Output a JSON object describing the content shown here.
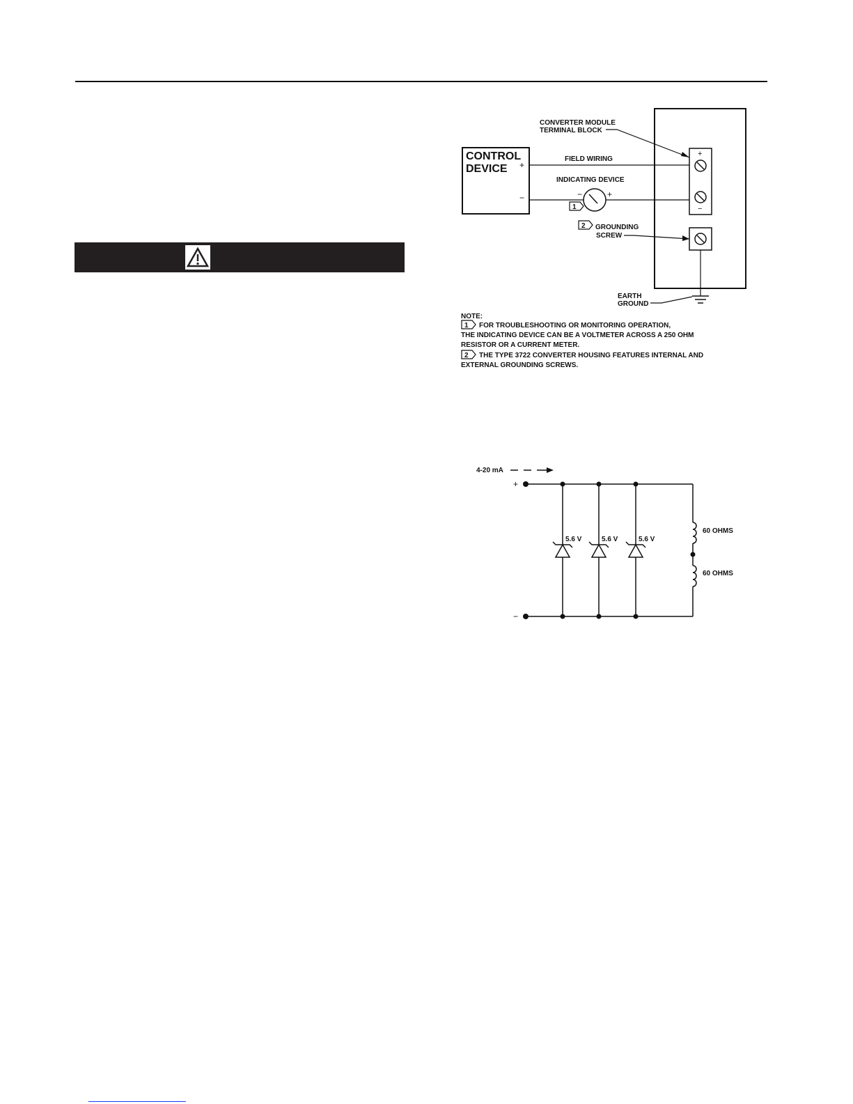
{
  "figure1": {
    "control_device_line1": "CONTROL",
    "control_device_line2": "DEVICE",
    "plus": "+",
    "minus": "−",
    "terminal_label_line1": "CONVERTER MODULE",
    "terminal_label_line2": "TERMINAL BLOCK",
    "field_wiring": "FIELD WIRING",
    "indicating_device": "INDICATING DEVICE",
    "grounding_line1": "GROUNDING",
    "grounding_line2": "SCREW",
    "earth_line1": "EARTH",
    "earth_line2": "GROUND",
    "callout1": "1",
    "callout2": "2",
    "note_title": "NOTE:",
    "note1_line1": "FOR TROUBLESHOOTING OR MONITORING OPERATION,",
    "note1_line2": "THE INDICATING DEVICE CAN BE A VOLTMETER ACROSS A 250 OHM",
    "note1_line3": "RESISTOR OR A CURRENT METER.",
    "note2_line1": "THE TYPE 3722 CONVERTER HOUSING FEATURES INTERNAL AND",
    "note2_line2": "EXTERNAL GROUNDING SCREWS."
  },
  "figure2": {
    "current_label": "4-20 mA",
    "plus": "+",
    "minus": "−",
    "zener1": "5.6 V",
    "zener2": "5.6 V",
    "zener3": "5.6 V",
    "coil1": "60 OHMS",
    "coil2": "60 OHMS"
  }
}
